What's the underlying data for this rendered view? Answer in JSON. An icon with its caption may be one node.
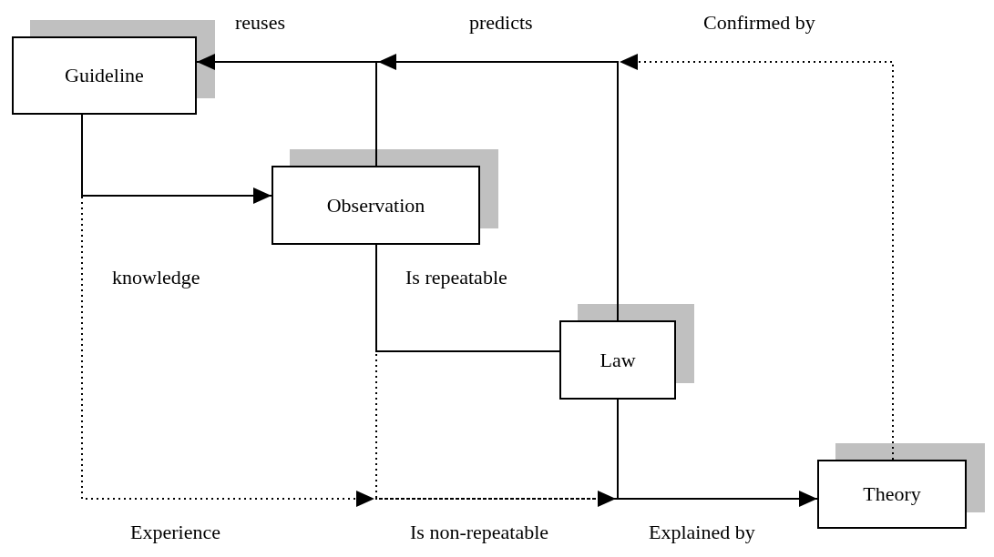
{
  "diagram": {
    "nodes": [
      {
        "text": [
          "Guideline"
        ]
      },
      {
        "text": [
          "Observation"
        ]
      },
      {
        "text": [
          "Law"
        ]
      },
      {
        "text": [
          "Theory"
        ]
      }
    ],
    "edges": [
      {
        "from": 1,
        "to": 0,
        "arrow": "to",
        "label": "reuses"
      },
      {
        "from": 2,
        "to": 0,
        "arrow": "to",
        "label": "predicts"
      },
      {
        "from": 3,
        "to": 0,
        "arrow": "to",
        "label": "Confirmed by",
        "style": "dashed"
      },
      {
        "from": 0,
        "to": 1,
        "arrow": "to"
      },
      {
        "from": 1,
        "to": 2,
        "arrow": "none",
        "label": "Is repeatable"
      },
      {
        "from": 0,
        "to": 3,
        "arrow": "to",
        "label": "Experience",
        "style": "dashed"
      },
      {
        "from": 1,
        "to": 3,
        "arrow": "to",
        "label": "Is non-repeatable",
        "style": "dashed"
      },
      {
        "from": 2,
        "to": 3,
        "arrow": "to",
        "label": "Explained by"
      }
    ],
    "labels": [
      "knowledge"
    ]
  }
}
